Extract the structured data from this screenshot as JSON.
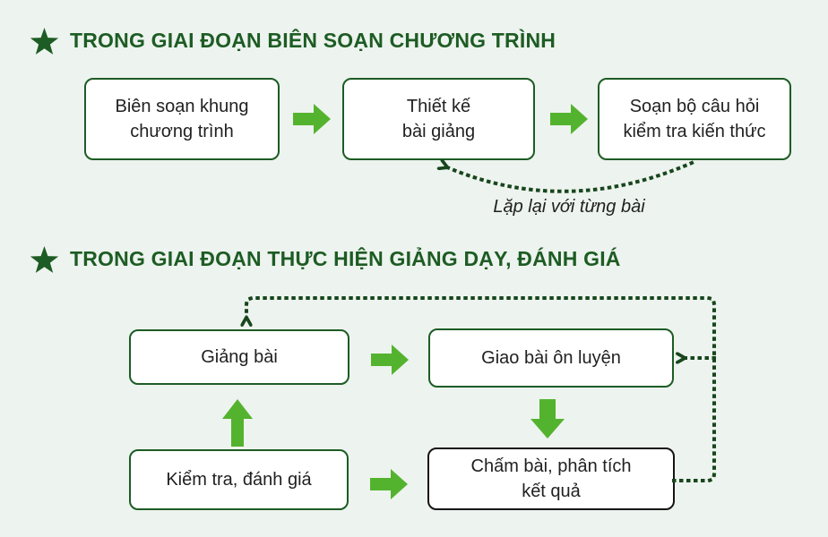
{
  "colors": {
    "background": "#edf3ee",
    "accent_green": "#54b32e",
    "dark_green": "#1d5c24",
    "dotted_line_green": "#17461d",
    "text_dark": "#212121",
    "highlight_box_border": "#151515",
    "box_background": "#ffffff"
  },
  "section1": {
    "title": "TRONG GIAI ĐOẠN BIÊN SOẠN CHƯƠNG TRÌNH",
    "steps": [
      {
        "lines": [
          "Biên soạn khung",
          "chương trình"
        ]
      },
      {
        "lines": [
          "Thiết kế",
          "bài giảng"
        ]
      },
      {
        "lines": [
          "Soạn bộ câu hỏi",
          "kiểm tra kiến thức"
        ]
      }
    ],
    "loop_label": "Lặp lại với từng bài"
  },
  "section2": {
    "title": "TRONG GIAI ĐOẠN THỰC HIỆN GIẢNG DẠY, ĐÁNH GIÁ",
    "steps": [
      {
        "lines": [
          "Giảng bài"
        ]
      },
      {
        "lines": [
          "Giao bài ôn luyện"
        ]
      },
      {
        "lines": [
          "Kiểm tra, đánh giá"
        ]
      },
      {
        "lines": [
          "Chấm bài, phân tích",
          "kết quả"
        ]
      }
    ]
  }
}
